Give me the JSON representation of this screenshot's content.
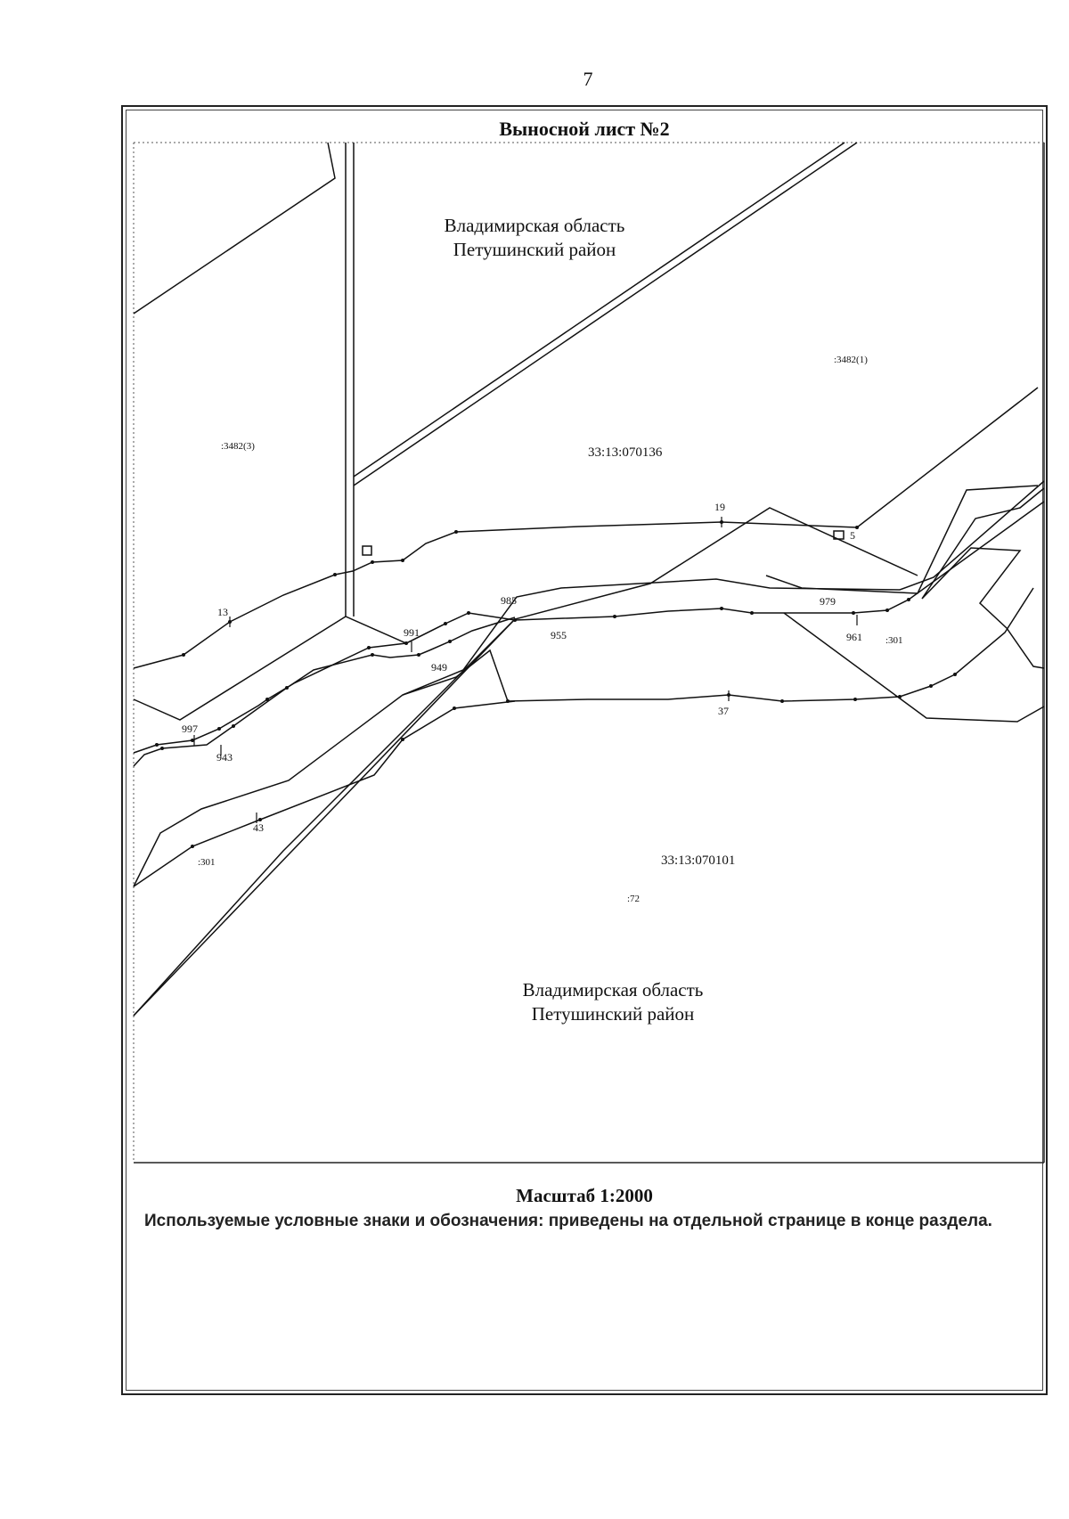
{
  "page": {
    "number": "7",
    "sheet_title": "Выносной лист №2",
    "scale": "Масштаб 1:2000",
    "legend_note": "Используемые условные знаки и обозначения: приведены на отдельной странице в конце раздела."
  },
  "regions": {
    "top": {
      "line1": "Владимирская область",
      "line2": "Петушинский район"
    },
    "bottom": {
      "line1": "Владимирская область",
      "line2": "Петушинский район"
    }
  },
  "parcels": {
    "upper_quarter": "33:13:070136",
    "lower_quarter": "33:13:070101",
    "left_parcel": ":3482(3)",
    "right_parcel": ":3482(1)",
    "parcel_301_right": ":301",
    "parcel_301_left": ":301",
    "parcel_72": ":72"
  },
  "point_labels": {
    "p13": "13",
    "p19": "19",
    "p5": "5",
    "p985": "985",
    "p979": "979",
    "p991": "991",
    "p955": "955",
    "p961": "961",
    "p949": "949",
    "p997": "997",
    "p943": "943",
    "p37": "37",
    "p43": "43"
  }
}
